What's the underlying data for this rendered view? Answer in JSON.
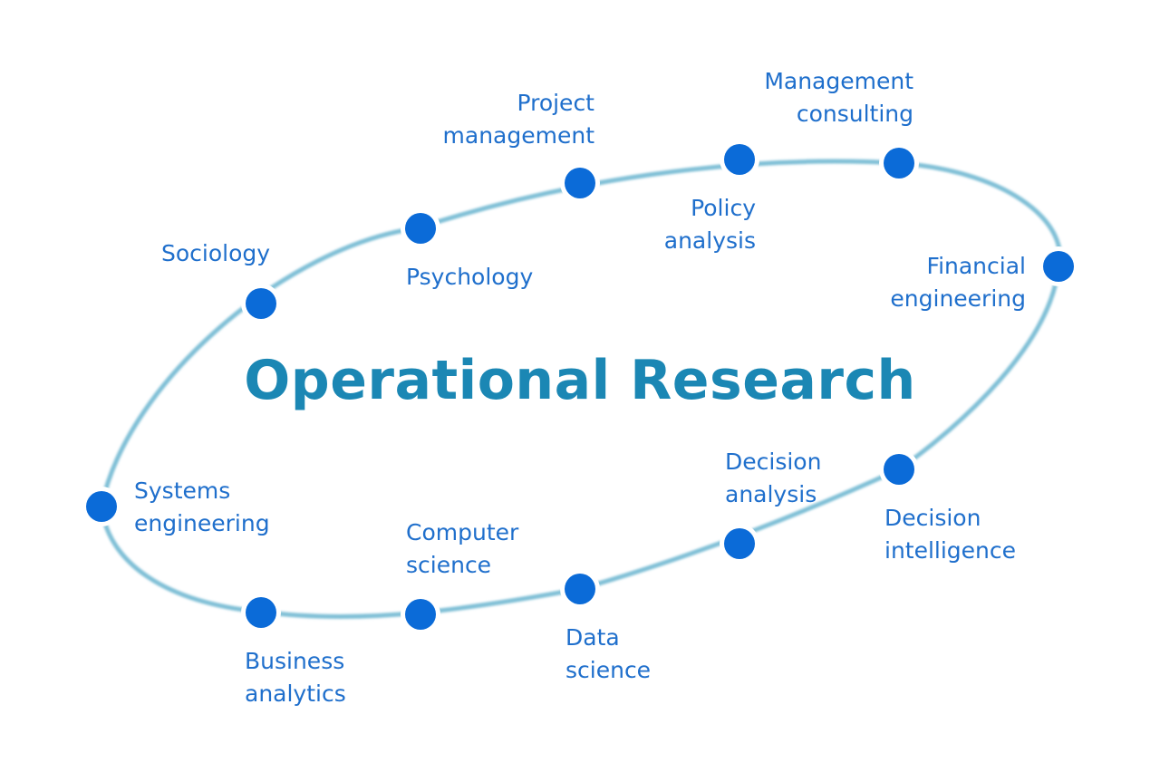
{
  "title": "Operational Research",
  "colors": {
    "ring": "#7fbfd6",
    "node": "#0b6bd8",
    "label": "#1f6fcc",
    "title": "#1b87b4"
  },
  "topics": [
    {
      "id": "sociology",
      "lines": [
        "Sociology"
      ]
    },
    {
      "id": "psychology",
      "lines": [
        "Psychology"
      ]
    },
    {
      "id": "project-management",
      "lines": [
        "Project",
        "management"
      ]
    },
    {
      "id": "policy-analysis",
      "lines": [
        "Policy",
        "analysis"
      ]
    },
    {
      "id": "management-consulting",
      "lines": [
        "Management",
        "consulting"
      ]
    },
    {
      "id": "financial-engineering",
      "lines": [
        "Financial",
        "engineering"
      ]
    },
    {
      "id": "decision-intelligence",
      "lines": [
        "Decision",
        "intelligence"
      ]
    },
    {
      "id": "decision-analysis",
      "lines": [
        "Decision",
        "analysis"
      ]
    },
    {
      "id": "data-science",
      "lines": [
        "Data",
        "science"
      ]
    },
    {
      "id": "computer-science",
      "lines": [
        "Computer",
        "science"
      ]
    },
    {
      "id": "business-analytics",
      "lines": [
        "Business",
        "analytics"
      ]
    },
    {
      "id": "systems-engineering",
      "lines": [
        "Systems",
        "engineering"
      ]
    }
  ]
}
